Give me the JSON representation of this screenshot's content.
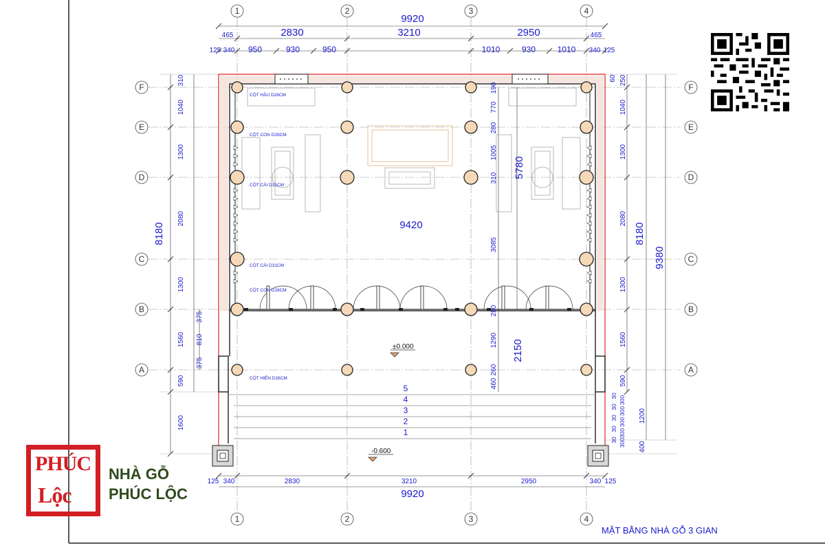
{
  "grid": {
    "columns": [
      "1",
      "2",
      "3",
      "4"
    ],
    "rows": [
      "F",
      "E",
      "D",
      "C",
      "B",
      "A"
    ]
  },
  "dimensions": {
    "top_total": "9920",
    "top_spans": [
      "2830",
      "3210",
      "2950"
    ],
    "top_edges": [
      "465",
      "465"
    ],
    "top_detail": [
      "125",
      "340",
      "950",
      "930",
      "950",
      "1010",
      "930",
      "1010",
      "340",
      "125"
    ],
    "bottom_detail": [
      "125",
      "340",
      "2830",
      "3210",
      "2950",
      "340",
      "125"
    ],
    "bottom_total": "9920",
    "left_rows": [
      "310",
      "1040",
      "1300",
      "2080",
      "1300",
      "1560",
      "590",
      "1600"
    ],
    "left_sub": [
      "375",
      "810",
      "375"
    ],
    "left_total": "8180",
    "right_rows": [
      "1040",
      "1300",
      "2080",
      "1300",
      "1560",
      "590",
      "1200",
      "400"
    ],
    "right_top": [
      "60",
      "250"
    ],
    "right_steps": [
      "30",
      "300",
      "30",
      "300",
      "30",
      "300",
      "30",
      "300",
      "30",
      "300"
    ],
    "right_total_inner": "8180",
    "right_total_outer": "9380",
    "inner_vertical": [
      "190",
      "770",
      "280",
      "1005",
      "310",
      "3085",
      "280",
      "1290",
      "260",
      "460"
    ],
    "inner_total": "5780",
    "inner_width": "9420",
    "porch_depth": "2150"
  },
  "columns_notes": {
    "cot_hau": "CỘT HẬU D26CM",
    "cot_con_1": "CỘT CON D28CM",
    "cot_cai_1": "CỘT CÁI D31CM",
    "cot_cai_2": "CỘT CÁI D31CM",
    "cot_con_2": "CỘT CON D28CM",
    "cot_hien": "CỘT HIÊN D26CM"
  },
  "levels": {
    "floor": "±0.000",
    "ground": "-0.600"
  },
  "steps": [
    "5",
    "4",
    "3",
    "2",
    "1"
  ],
  "brand": {
    "logo_line1": "PHÚC",
    "logo_line2": "Lộc",
    "name_line1": "NHÀ GỖ",
    "name_line2": "PHÚC LỘC",
    "accent": "#d21f24",
    "text_color": "#2f4a1e"
  },
  "caption": "MẶT BẰNG NHÀ GỖ 3 GIAN",
  "colors": {
    "dimension_blue": "#1a1acc",
    "wall_red": "#e02020",
    "line_dark": "#222222"
  },
  "icons": {
    "qr": "qr-code-icon"
  }
}
